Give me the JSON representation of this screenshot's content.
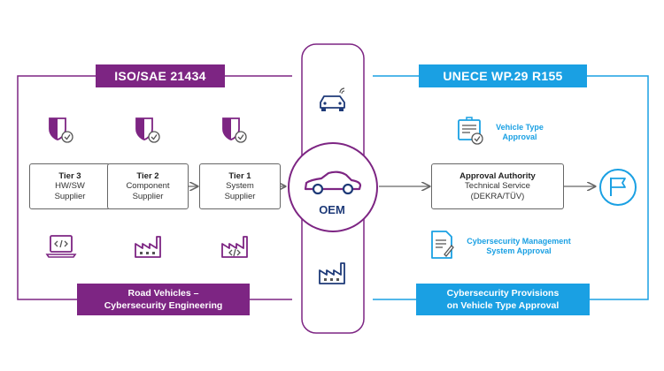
{
  "left_standard": {
    "header": "ISO/SAE 21434",
    "footer_line1": "Road Vehicles –",
    "footer_line2": "Cybersecurity Engineering",
    "tiers": [
      {
        "title": "Tier 3",
        "line1": "HW/SW",
        "line2": "Supplier"
      },
      {
        "title": "Tier 2",
        "line1": "Component",
        "line2": "Supplier"
      },
      {
        "title": "Tier 1",
        "line1": "System",
        "line2": "Supplier"
      }
    ]
  },
  "center": {
    "label": "OEM"
  },
  "right_standard": {
    "header": "UNECE WP.29 R155",
    "footer_line1": "Cybersecurity Provisions",
    "footer_line2": "on Vehicle Type Approval",
    "approval_authority": {
      "title": "Approval Authority",
      "line1": "Technical Service",
      "line2": "(DEKRA/TÜV)"
    },
    "vehicle_type_approval_line1": "Vehicle Type",
    "vehicle_type_approval_line2": "Approval",
    "csms_line1": "Cybersecurity Management",
    "csms_line2": "System Approval"
  },
  "colors": {
    "purple": "#7d2583",
    "blue": "#1aa0e3",
    "navy": "#1e3a78",
    "gray_line": "#666666"
  }
}
